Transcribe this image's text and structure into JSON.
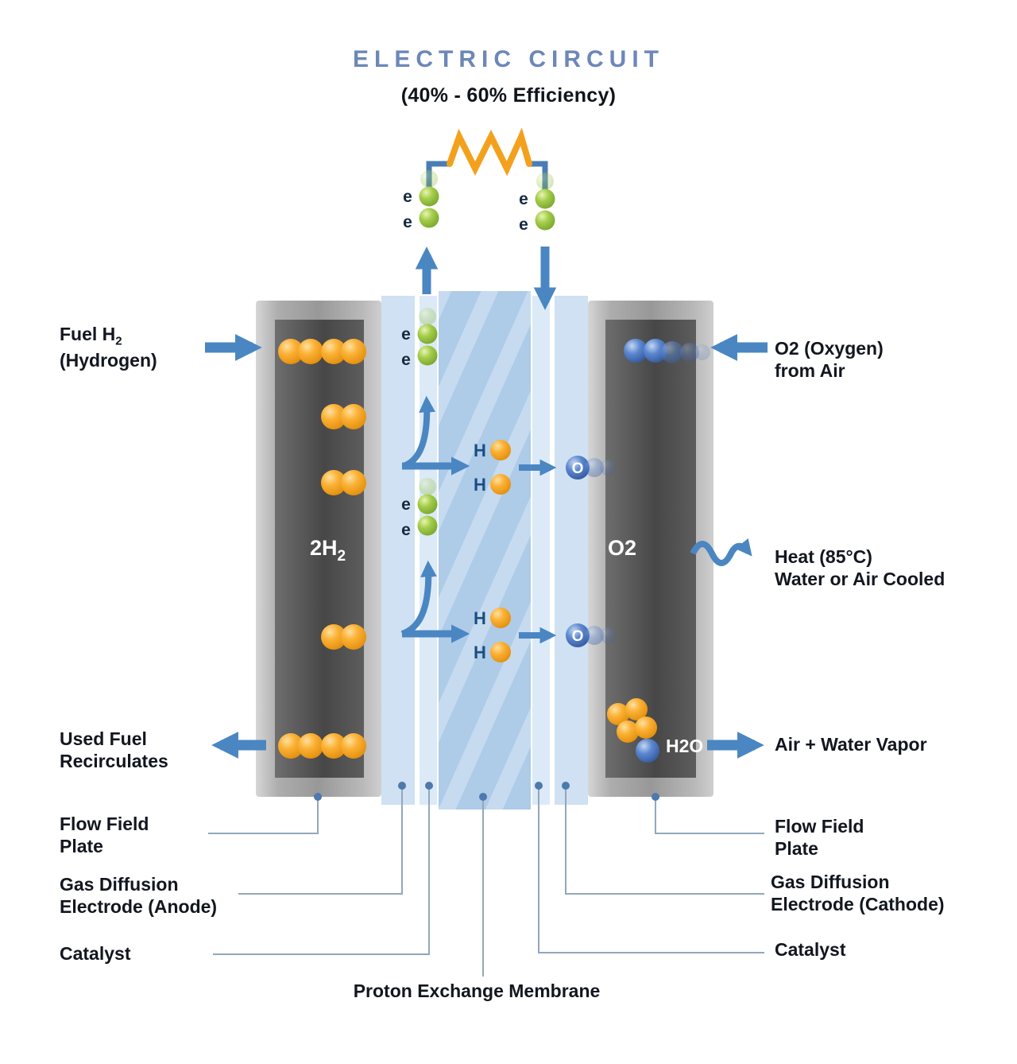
{
  "title": "ELECTRIC CIRCUIT",
  "subtitle": "(40% - 60% Efficiency)",
  "left_labels": {
    "fuel": {
      "line1_main": "Fuel H",
      "line1_sub": "2",
      "line2": "(Hydrogen)"
    },
    "used_fuel": {
      "line1": "Used Fuel",
      "line2": "Recirculates"
    },
    "flow_field_plate": {
      "line1": "Flow Field",
      "line2": "Plate"
    },
    "gde_anode": {
      "line1": "Gas Diffusion",
      "line2": "Electrode (Anode)"
    },
    "catalyst": "Catalyst"
  },
  "right_labels": {
    "oxygen": {
      "line1": "O2 (Oxygen)",
      "line2": "from Air"
    },
    "heat": {
      "line1": "Heat (85°C)",
      "line2": "Water or Air Cooled"
    },
    "air_water": "Air + Water Vapor",
    "flow_field_plate": {
      "line1": "Flow Field",
      "line2": "Plate"
    },
    "gde_cathode": {
      "line1": "Gas Diffusion",
      "line2": "Electrode (Cathode)"
    },
    "catalyst": "Catalyst"
  },
  "bottom_labels": {
    "membrane": "Proton Exchange Membrane"
  },
  "cell_text": {
    "anode_gas_main": "2H",
    "anode_gas_sub": "2",
    "cathode_gas": "O2",
    "water": "H2O",
    "electron": "e",
    "proton": "H",
    "oxygen_atom": "O"
  },
  "colors": {
    "title_blue": "#6d87b8",
    "arrow_blue": "#4a86c2",
    "resistor_orange": "#f3a11d",
    "electron_green": "#8ebf3c",
    "hydrogen_orange": "#f6a21d",
    "oxygen_blue": "#3c69ad",
    "plate_gray": "#989898",
    "membrane_blue": "#aecbe8"
  }
}
